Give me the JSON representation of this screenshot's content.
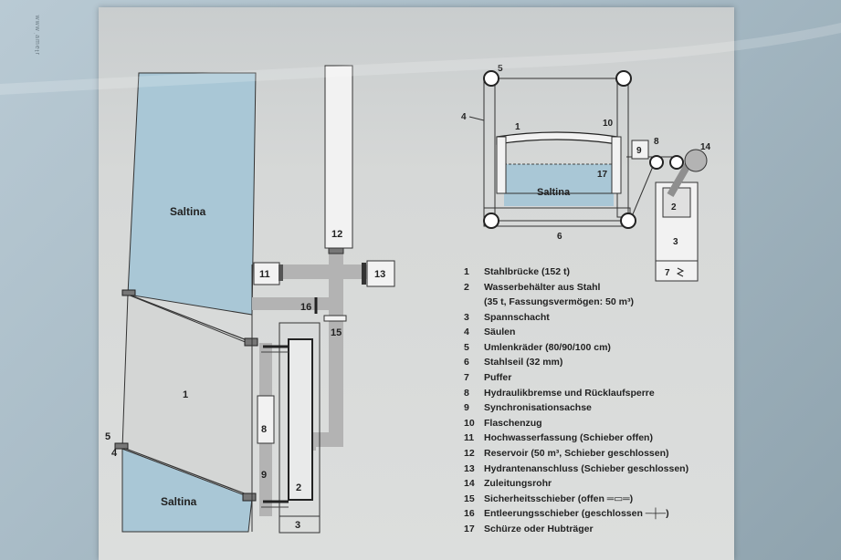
{
  "side_strip_text": "ɹʇǝɯɐ˙ʍʍʍ",
  "labels": {
    "left_upper_water": "Saltina",
    "left_lower_water": "Saltina",
    "right_water": "Saltina",
    "n1": "1",
    "n2": "2",
    "n3": "3",
    "n4": "4",
    "n5": "5",
    "n8": "8",
    "n9": "9",
    "n11": "11",
    "n12": "12",
    "n13": "13",
    "n15": "15",
    "n16": "16",
    "r1": "1",
    "r2": "2",
    "r3": "3",
    "r4": "4",
    "r5": "5",
    "r6": "6",
    "r7": "7",
    "r8": "8",
    "r9": "9",
    "r10": "10",
    "r14": "14",
    "r17": "17"
  },
  "legend": [
    {
      "num": "1",
      "text": "Stahlbrücke (152 t)"
    },
    {
      "num": "2",
      "text": "Wasserbehälter aus Stahl",
      "sub": "(35 t, Fassungsvermögen: 50 m³)"
    },
    {
      "num": "3",
      "text": "Spannschacht"
    },
    {
      "num": "4",
      "text": "Säulen"
    },
    {
      "num": "5",
      "text": "Umlenkräder (80/90/100 cm)"
    },
    {
      "num": "6",
      "text": "Stahlseil (32 mm)"
    },
    {
      "num": "7",
      "text": "Puffer"
    },
    {
      "num": "8",
      "text": "Hydraulikbremse und Rücklaufsperre"
    },
    {
      "num": "9",
      "text": "Synchronisationsachse"
    },
    {
      "num": "10",
      "text": "Flaschenzug"
    },
    {
      "num": "11",
      "text": "Hochwasserfassung (Schieber offen)"
    },
    {
      "num": "12",
      "text": "Reservoir (50 m³, Schieber geschlossen)"
    },
    {
      "num": "13",
      "text": "Hydrantenanschluss (Schieber geschlossen)"
    },
    {
      "num": "14",
      "text": "Zuleitungsrohr"
    },
    {
      "num": "15",
      "text": "Sicherheitsschieber (offen ═▭═)"
    },
    {
      "num": "16",
      "text": "Entleerungsschieber (geschlossen ─┼─)"
    },
    {
      "num": "17",
      "text": "Schürze oder Hubträger"
    }
  ],
  "colors": {
    "water": "#a9c7d6",
    "pipe": "#b3b3b3",
    "line": "#333333"
  }
}
